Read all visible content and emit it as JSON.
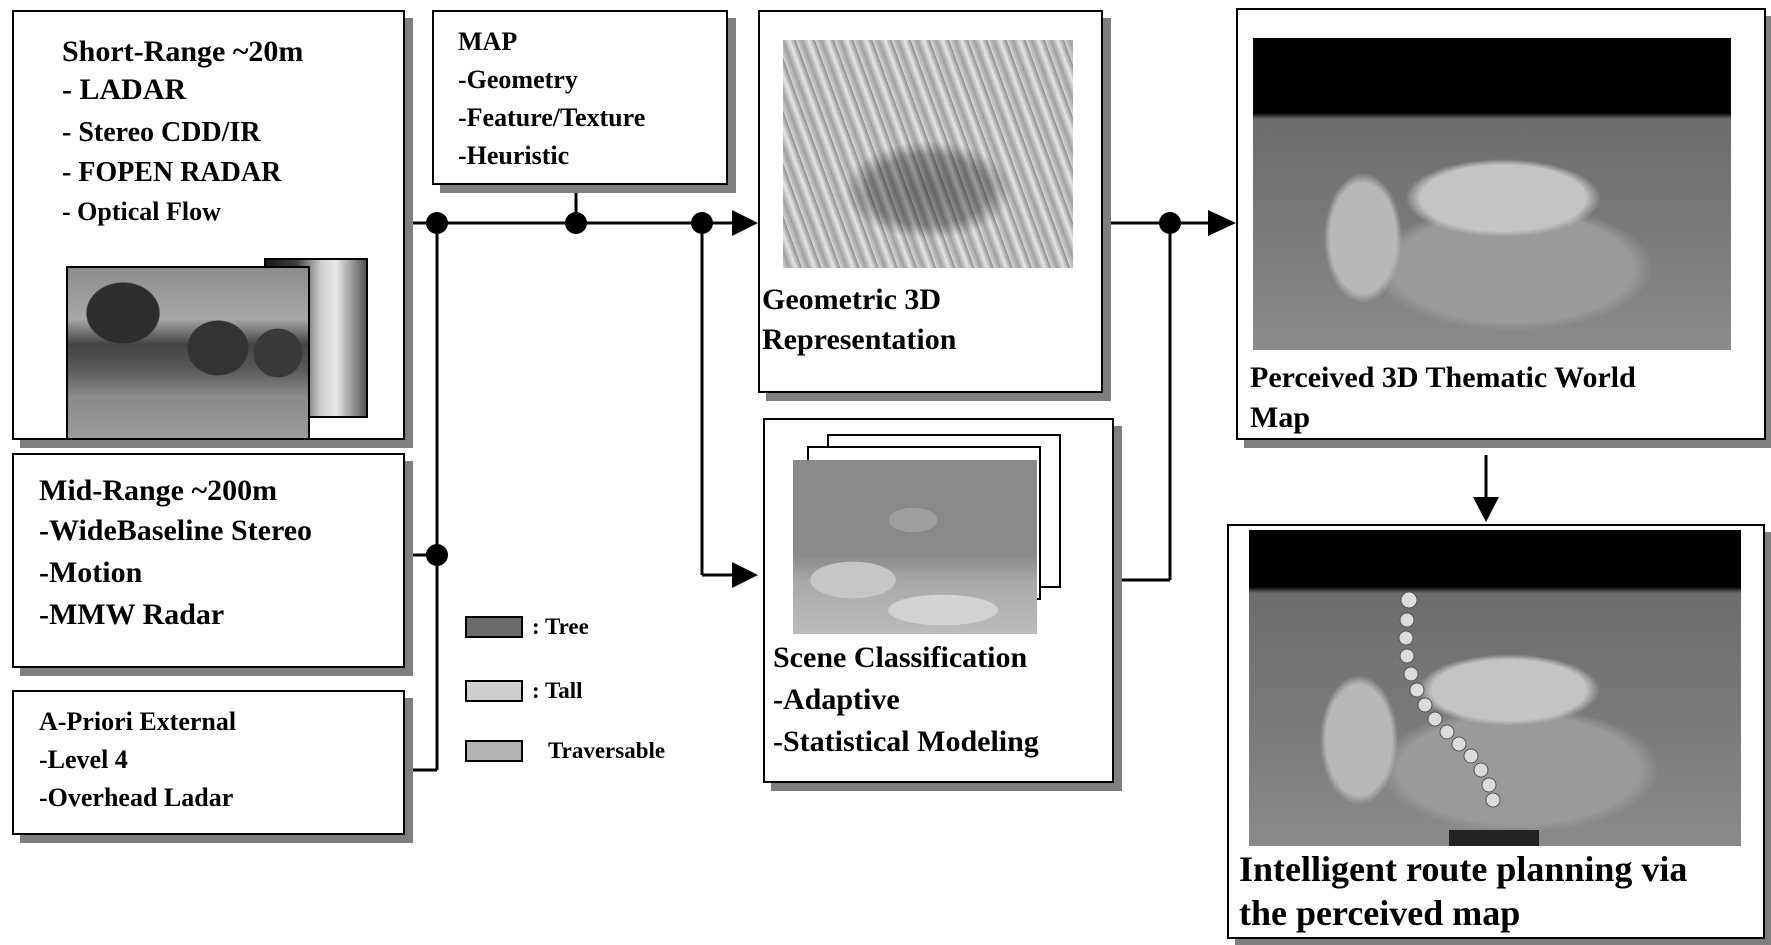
{
  "short_range": {
    "title": "Short-Range ~20m",
    "items": [
      "- LADAR",
      "- Stereo CDD/IR",
      "- FOPEN RADAR",
      "- Optical Flow"
    ]
  },
  "mid_range": {
    "title": "Mid-Range ~200m",
    "items": [
      "-WideBaseline Stereo",
      "-Motion",
      "-MMW Radar"
    ]
  },
  "apriori": {
    "title": "A-Priori External",
    "items": [
      "-Level 4",
      "-Overhead Ladar"
    ]
  },
  "map": {
    "title": "MAP",
    "items": [
      "-Geometry",
      "-Feature/Texture",
      "-Heuristic"
    ]
  },
  "geometric": {
    "title_line1": "Geometric  3D",
    "title_line2": "Representation"
  },
  "scene": {
    "title": "Scene Classification",
    "items": [
      "-Adaptive",
      "-Statistical Modeling"
    ]
  },
  "legend": {
    "items": [
      {
        "label": ": Tree",
        "color": "#6a6a6a"
      },
      {
        "label": ": Tall",
        "color": "#cfcfcf"
      },
      {
        "label": "Traversable",
        "color": "#b4b4b4"
      }
    ]
  },
  "world_map": {
    "line1": "Perceived 3D Thematic World",
    "line2": "Map"
  },
  "route": {
    "line1": "Intelligent route planning via",
    "line2": "the perceived map"
  }
}
